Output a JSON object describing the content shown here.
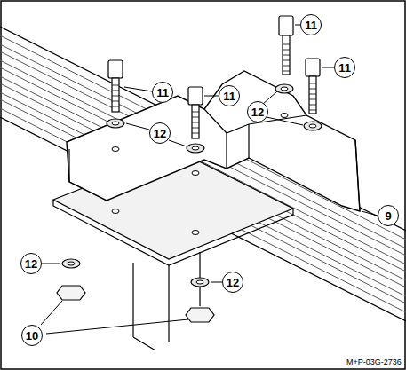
{
  "diagram": {
    "labels": [
      "11",
      "11",
      "11",
      "11",
      "12",
      "12",
      "9",
      "12",
      "12",
      "10",
      "M+P-03G-2736"
    ]
  }
}
